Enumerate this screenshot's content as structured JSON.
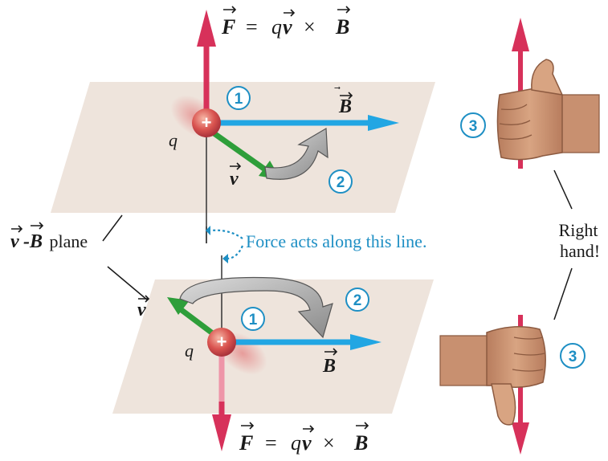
{
  "top_equation": {
    "F": "F",
    "eq": "=",
    "q": "q",
    "v": "v",
    "cross": "×",
    "B": "B"
  },
  "bottom_equation": {
    "F": "F",
    "eq": "=",
    "q": "q",
    "v": "v",
    "cross": "×",
    "B": "B"
  },
  "top_panel": {
    "B_label": "B",
    "v_label": "v",
    "q_label": "q",
    "step_1": "1",
    "step_2": "2",
    "charge": "+"
  },
  "bottom_panel": {
    "B_label": "B",
    "v_label": "v",
    "q_label": "q",
    "step_1": "1",
    "step_2": "2",
    "charge": "+"
  },
  "vb_plane_label": {
    "v": "v",
    "dash": "-",
    "B": "B",
    "word": " plane"
  },
  "force_line_label": "Force acts along this line.",
  "right_hand_label": {
    "line1": "Right",
    "line2": "hand!"
  },
  "step_3": "3",
  "colors": {
    "force": "#d7315a",
    "force_light": "#ee95a8",
    "field_B": "#22a6e3",
    "velocity": "#2e9e3a",
    "plane": "#eee4dc",
    "badge": "#1e8fc4",
    "skin": "#c89070"
  },
  "icons": [
    "plus-charge-icon",
    "curl-arrow-icon",
    "right-hand-thumb-up-icon",
    "right-hand-thumb-down-icon"
  ]
}
